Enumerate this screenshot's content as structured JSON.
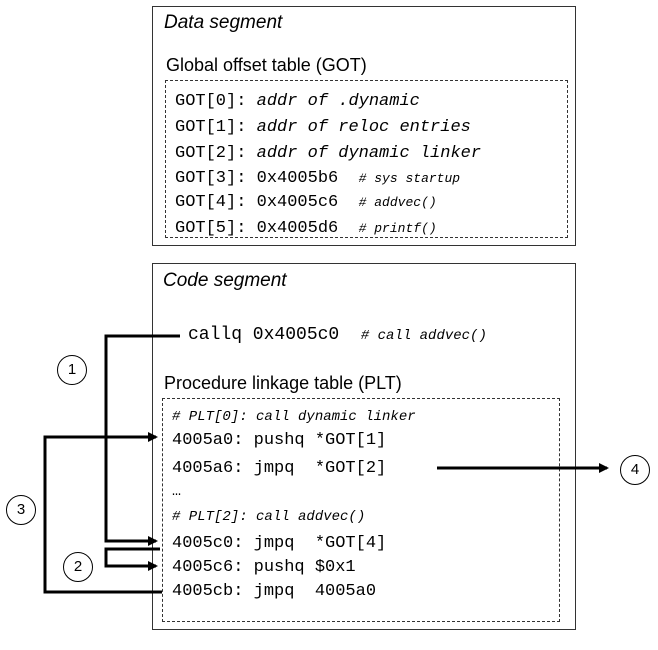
{
  "data_segment": {
    "title": "Data segment",
    "got_title": "Global offset table (GOT)",
    "entries": [
      {
        "label": "GOT[0]:",
        "value": "addr of .dynamic",
        "comment": ""
      },
      {
        "label": "GOT[1]:",
        "value": "addr of reloc entries",
        "comment": ""
      },
      {
        "label": "GOT[2]:",
        "value": "addr of dynamic linker",
        "comment": ""
      },
      {
        "label": "GOT[3]:",
        "value": "0x4005b6",
        "comment": "# sys startup"
      },
      {
        "label": "GOT[4]:",
        "value": "0x4005c6",
        "comment": "# addvec()"
      },
      {
        "label": "GOT[5]:",
        "value": "0x4005d6",
        "comment": "# printf()"
      }
    ]
  },
  "code_segment": {
    "title": "Code segment",
    "call_instr": "callq 0x4005c0",
    "call_comment": "# call addvec()",
    "plt_title": "Procedure linkage table (PLT)",
    "plt0_comment": "# PLT[0]: call dynamic linker",
    "plt0_line1": "4005a0: pushq *GOT[1]",
    "plt0_line2": "4005a6: jmpq  *GOT[2]",
    "ellipsis": "…",
    "plt2_comment": "# PLT[2]: call addvec()",
    "plt2_line1": "4005c0: jmpq  *GOT[4]",
    "plt2_line2": "4005c6: pushq $0x1",
    "plt2_line3": "4005cb: jmpq  4005a0"
  },
  "steps": [
    "1",
    "2",
    "3",
    "4"
  ]
}
